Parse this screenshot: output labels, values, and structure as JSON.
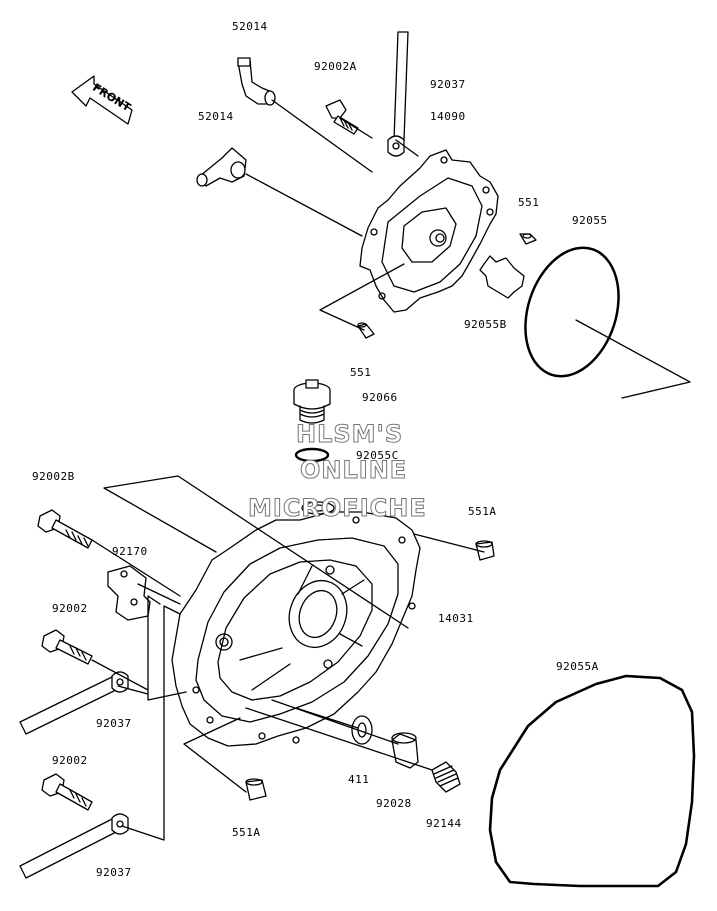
{
  "front_label": "FRONT",
  "watermark": [
    "HLSM'S",
    "ONLINE",
    "MICROFICHE"
  ],
  "labels": {
    "p52014a": "52014",
    "p52014b": "52014",
    "p92002A": "92002A",
    "p92037a": "92037",
    "p14090": "14090",
    "p551a": "551",
    "p92055": "92055",
    "p92055B": "92055B",
    "p551b": "551",
    "p92066": "92066",
    "p92055C": "92055C",
    "p92002B": "92002B",
    "p551A1": "551A",
    "p92170": "92170",
    "p14031": "14031",
    "p92002a": "92002",
    "p92037b": "92037",
    "p92055A": "92055A",
    "p411": "411",
    "p92028": "92028",
    "p92144": "92144",
    "p92002b": "92002",
    "p551A2": "551A",
    "p92037c": "92037"
  }
}
